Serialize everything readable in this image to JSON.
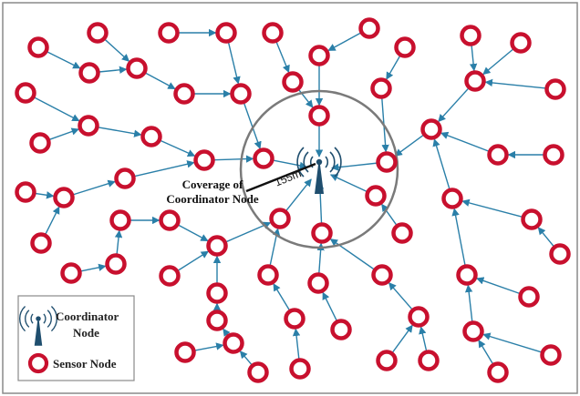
{
  "colors": {
    "sensor_ring": "#c8102e",
    "link_arrow": "#2a7fa8",
    "coordinator": "#1f4e6e",
    "coverage_circle": "#7a7a7a",
    "frame": "#8a8a8a"
  },
  "coverage": {
    "label_line1": "Coverage of",
    "label_line2": "Coordinator Node",
    "radius_label": "155m"
  },
  "legend": {
    "coordinator_line1": "Coordinator",
    "coordinator_line2": "Node",
    "sensor_label": "Sensor Node",
    "coordinator_icon": "antenna-tower-icon",
    "sensor_icon": "sensor-ring-icon"
  }
}
